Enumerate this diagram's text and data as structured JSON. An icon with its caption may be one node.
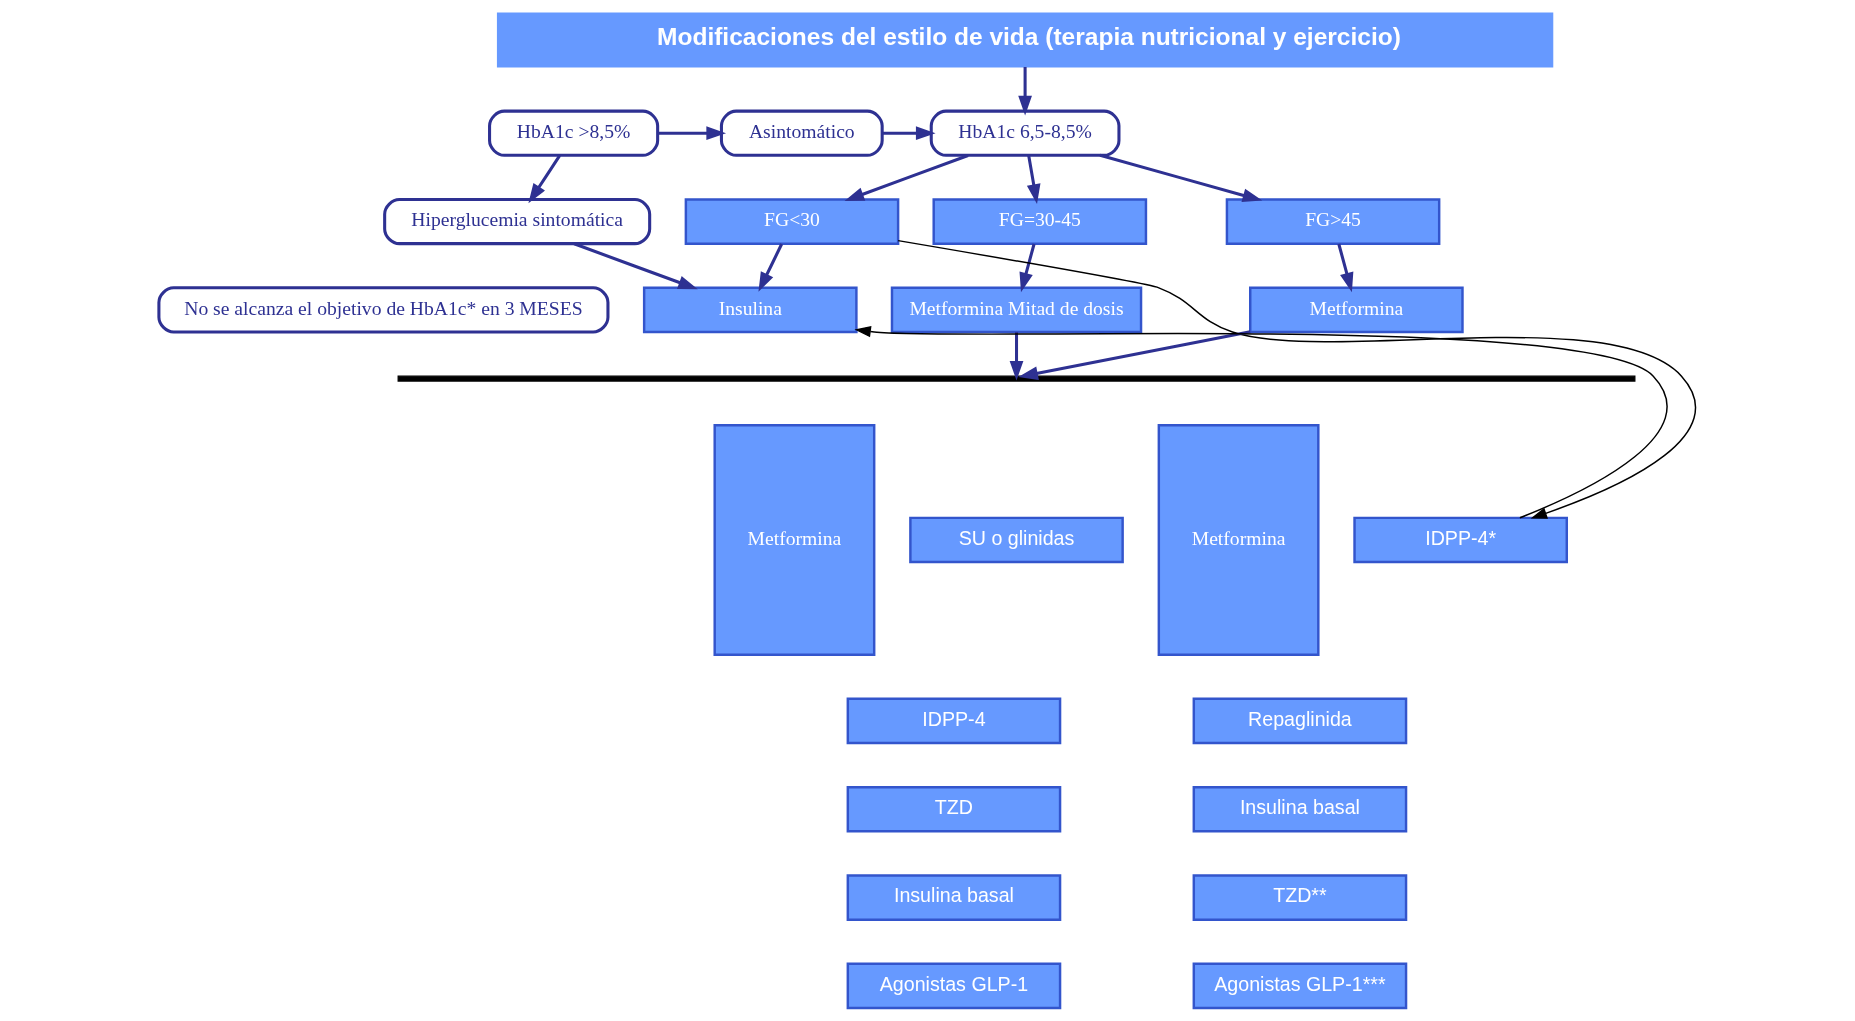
{
  "diagram": {
    "nodes": [
      {
        "text": [
          "Modificaciones del estilo de vida (terapia nutricional y ejercicio)"
        ]
      },
      {
        "text": [
          "HbA1c 6,5-8,5%"
        ]
      },
      {
        "text": [
          "Asintomático"
        ]
      },
      {
        "text": [
          "HbA1c >8,5%"
        ]
      },
      {
        "text": [
          "Hiperglucemia sintomática"
        ]
      },
      {
        "text": [
          "FG>45"
        ]
      },
      {
        "text": [
          "FG=30-45"
        ]
      },
      {
        "text": [
          "FG<30"
        ]
      },
      {
        "text": [
          "Metformina"
        ]
      },
      {
        "text": [
          "Metformina Mitad de dosis"
        ]
      },
      {
        "text": [
          "Insulina"
        ]
      },
      {
        "text": [
          "No se alcanza el objetivo de HbA1c* en 3 MESES"
        ]
      },
      {
        "text": [],
        "shape": "bar"
      },
      {
        "text": [
          "Metformina"
        ]
      },
      {
        "text": [
          "SU o glinidas"
        ]
      },
      {
        "text": [
          "IDPP-4"
        ]
      },
      {
        "text": [
          "TZD"
        ]
      },
      {
        "text": [
          "Insulina basal"
        ]
      },
      {
        "text": [
          "Agonistas GLP-1"
        ]
      },
      {
        "text": [
          "Metformina"
        ]
      },
      {
        "text": [
          "IDPP-4*"
        ]
      },
      {
        "text": [
          "Repaglinida"
        ]
      },
      {
        "text": [
          "Insulina basal"
        ]
      },
      {
        "text": [
          "TZD**"
        ]
      },
      {
        "text": [
          "Agonistas GLP-1***"
        ]
      }
    ],
    "edges": [
      {
        "from": 0,
        "to": 1,
        "arrow": "to"
      },
      {
        "from": 2,
        "to": 1,
        "arrow": "to"
      },
      {
        "from": 3,
        "to": 2,
        "arrow": "to"
      },
      {
        "from": 3,
        "to": 4,
        "arrow": "to"
      },
      {
        "from": 1,
        "to": 5,
        "arrow": "to"
      },
      {
        "from": 1,
        "to": 6,
        "arrow": "to"
      },
      {
        "from": 1,
        "to": 7,
        "arrow": "to"
      },
      {
        "from": 5,
        "to": 8,
        "arrow": "to"
      },
      {
        "from": 6,
        "to": 9,
        "arrow": "to"
      },
      {
        "from": 7,
        "to": 10,
        "arrow": "to"
      },
      {
        "from": 4,
        "to": 10,
        "arrow": "to"
      },
      {
        "from": 8,
        "to": 12,
        "arrow": "to"
      },
      {
        "from": 9,
        "to": 12,
        "arrow": "to"
      },
      {
        "from": 7,
        "to": 20,
        "arrow": "to",
        "color": "#000000"
      },
      {
        "from": 20,
        "to": 10,
        "arrow": "to",
        "color": "#000000"
      }
    ]
  }
}
